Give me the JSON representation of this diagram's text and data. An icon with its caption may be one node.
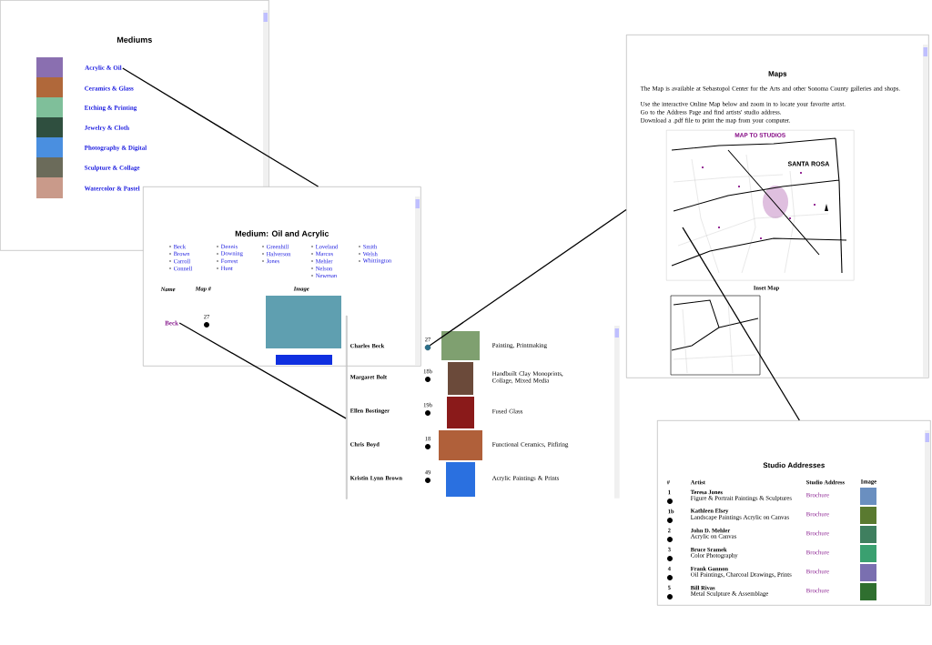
{
  "diagram": {
    "nodes": [
      {
        "text": [
          "Mediums"
        ]
      },
      {
        "text": [
          "Acrylic & Oil"
        ],
        "in": 0
      },
      {
        "text": [
          "Medium: Oil and Acrylic"
        ]
      },
      {
        "text": [
          "Beck"
        ],
        "in": 2
      },
      {
        "text": [],
        "shape": "box"
      },
      {
        "text": [],
        "shape": "circle",
        "in": 4
      },
      {
        "text": [
          "Maps"
        ]
      },
      {
        "text": [
          "MAP TO STUDIOS"
        ],
        "in": 6
      },
      {
        "text": [
          "Studio Addresses"
        ]
      }
    ],
    "edges": [
      {
        "from": 1,
        "to": 2,
        "arrow": "none"
      },
      {
        "from": 3,
        "to": 4,
        "arrow": "none"
      },
      {
        "from": 5,
        "to": 6,
        "arrow": "none"
      },
      {
        "from": 7,
        "to": 8,
        "arrow": "none"
      }
    ],
    "labels": [
      "Ceramics & Glass",
      "Etching & Printing",
      "Jewelry & Cloth",
      "Photography & Digital",
      "Sculpture & Collage",
      "Watercolor & Pastel",
      "Name",
      "Map #",
      "Image",
      "27",
      "Beck",
      "Brown",
      "Carroll",
      "Connell",
      "Dennis",
      "Downing",
      "Forrest",
      "Hunt",
      "Greenhill",
      "Halverson",
      "Jones",
      "Loveland",
      "Marcus",
      "Mehler",
      "Nelson",
      "Newman",
      "Smith",
      "Welsh",
      "Whittington",
      "Charles Beck",
      "27",
      "Painting, Printmaking",
      "Margaret Bolt",
      "18b",
      "Handbuilt Clay Monoprints, Collage, Mixed Media",
      "Ellen Bostinger",
      "19b",
      "Fused Glass",
      "Chris Boyd",
      "18",
      "Functional Ceramics, Pitfiring",
      "Kristin Lynn Brown",
      "49",
      "Acrylic Paintings & Prints",
      "The Map is available at Sebastopol Center for the Arts and other Sonoma County galleries and shops.",
      "Use the interactive Online Map below and zoom in to locate your favorite artist.",
      "Go to the Address Page and find artists' studio address.",
      "Download a .pdf file to print the map from your computer.",
      "SANTA ROSA",
      "Inset Map",
      "#",
      "Artist",
      "Studio Address",
      "Image",
      "1",
      "Teresa Jones",
      "Figure & Portrait Paintings & Sculptures",
      "Brochure",
      "1b",
      "Kathleen Elsey",
      "Landscape Paintings Acrylic on Canvas",
      "Brochure",
      "2",
      "John D. Mehler",
      "Acrylic on Canvas",
      "Brochure",
      "3",
      "Bruce Sramek",
      "Color Photography",
      "Brochure",
      "4",
      "Frank Gannon",
      "Oil Paintings, Charcoal Drawings, Prints",
      "Brochure",
      "5",
      "Bill Rivas",
      "Metal Sculpture & Assemblage",
      "Brochure"
    ]
  }
}
